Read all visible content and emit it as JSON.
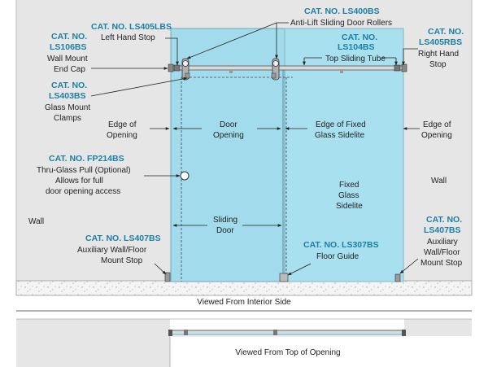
{
  "colors": {
    "catalog": "#1b7fa3",
    "glass": "#a9e0ef",
    "wall": "#e6e6e6",
    "text": "#222222"
  },
  "callouts": {
    "ls405lbs": {
      "cat": "CAT. NO. LS405LBS",
      "desc": [
        "Left Hand Stop"
      ]
    },
    "ls400bs": {
      "cat": "CAT. NO. LS400BS",
      "desc": [
        "Anti-Lift Sliding Door Rollers"
      ]
    },
    "ls106bs": {
      "cat": [
        "CAT. NO.",
        "LS106BS"
      ],
      "desc": [
        "Wall Mount",
        "End Cap"
      ]
    },
    "ls104bs": {
      "cat": [
        "CAT. NO.",
        "LS104BS"
      ],
      "desc": [
        "Top Sliding Tube"
      ]
    },
    "ls405rbs": {
      "cat": [
        "CAT. NO.",
        "LS405RBS"
      ],
      "desc": [
        "Right Hand",
        "Stop"
      ]
    },
    "ls403bs": {
      "cat": [
        "CAT. NO.",
        "LS403BS"
      ],
      "desc": [
        "Glass Mount",
        "Clamps"
      ]
    },
    "fp214bs": {
      "cat": "CAT. NO. FP214BS",
      "desc": [
        "Thru-Glass Pull (Optional)",
        "Allows for full",
        "door opening access"
      ]
    },
    "ls407bs_left": {
      "cat": "CAT. NO. LS407BS",
      "desc": [
        "Auxiliary Wall/Floor",
        "Mount Stop"
      ]
    },
    "ls307bs": {
      "cat": "CAT. NO. LS307BS",
      "desc": [
        "Floor Guide"
      ]
    },
    "ls407bs_right": {
      "cat": [
        "CAT. NO.",
        "LS407BS"
      ],
      "desc": [
        "Auxiliary",
        "Wall/Floor",
        "Mount Stop"
      ]
    }
  },
  "labels": {
    "edge_left": [
      "Edge of",
      "Opening"
    ],
    "door_opening": [
      "Door",
      "Opening"
    ],
    "edge_fixed": [
      "Edge of Fixed",
      "Glass Sidelite"
    ],
    "edge_right": [
      "Edge of",
      "Opening"
    ],
    "wall_left": "Wall",
    "wall_right": "Wall",
    "fixed_sidelite": [
      "Fixed",
      "Glass",
      "Sidelite"
    ],
    "sliding_door": [
      "Sliding",
      "Door"
    ]
  },
  "captions": {
    "interior": "Viewed From Interior Side",
    "top": "Viewed From Top of Opening"
  }
}
